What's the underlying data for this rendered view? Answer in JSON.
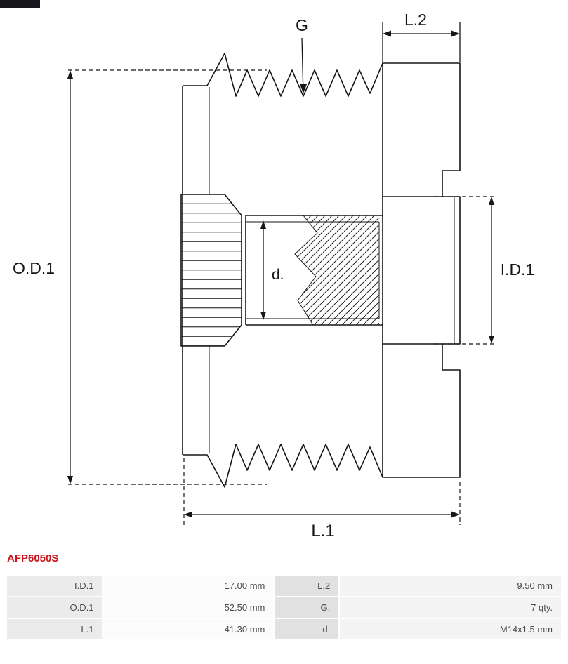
{
  "part_number": "AFP6050S",
  "colors": {
    "part_number_red": "#c8151d",
    "drawing_line": "#161616",
    "table_label_bg": "#ebebeb",
    "table_value_bg": "#fbfbfb"
  },
  "diagram": {
    "labels": {
      "g": "G",
      "l2": "L.2",
      "od1": "O.D.1",
      "id1": "I.D.1",
      "d": "d.",
      "l1": "L.1"
    }
  },
  "spec_table": {
    "rows": [
      {
        "label1": "I.D.1",
        "value1": "17.00 mm",
        "label2": "L.2",
        "value2": "9.50 mm"
      },
      {
        "label1": "O.D.1",
        "value1": "52.50 mm",
        "label2": "G.",
        "value2": "7 qty."
      },
      {
        "label1": "L.1",
        "value1": "41.30 mm",
        "label2": "d.",
        "value2": "M14x1.5 mm"
      }
    ]
  }
}
